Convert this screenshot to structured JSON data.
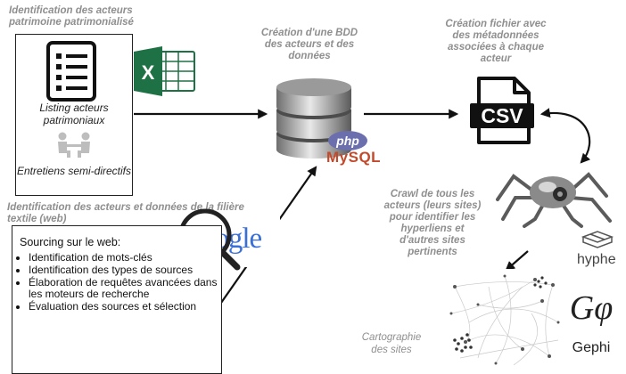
{
  "captions": {
    "identification_title": "Identification des acteurs patrimoine patrimonialisé",
    "bdd_title": "Création d'une BDD des acteurs et des données",
    "csv_title": "Création fichier avec des métadonnées associées à chaque acteur",
    "web_title": "Identification des acteurs et données de la filière textile (web)",
    "crawl_text": "Crawl de tous les acteurs (leurs sites) pour identifier les hyperliens et d'autres sites pertinents",
    "carto_text": "Cartographie des sites"
  },
  "left_box": {
    "listing_label": "Listing acteurs patrimoniaux",
    "entretiens_label": "Entretiens semi-directifs"
  },
  "logos": {
    "excel": "X",
    "php": "php",
    "mysql": "MySQL",
    "csv": "CSV",
    "google": "Google",
    "hyphe": "hyphe",
    "gephi": "Gephi",
    "gephi_mark": "Gφ"
  },
  "sourcing": {
    "title": "Sourcing sur le web:",
    "items": [
      "Identification de mots-clés",
      "Identification des types de sources",
      "Élaboration de requêtes avancées dans les moteurs de recherche",
      "Évaluation des sources et sélection"
    ]
  },
  "icons": [
    "checklist-icon",
    "excel-icon",
    "meeting-icon",
    "database-icon",
    "csv-file-icon",
    "magnifier-icon",
    "spider-robot-icon",
    "hyphe-icon",
    "network-graph-icon",
    "gephi-icon"
  ],
  "colors": {
    "caption": "#8f8f8f",
    "excel_green": "#1e7145",
    "csv_black": "#111111"
  }
}
